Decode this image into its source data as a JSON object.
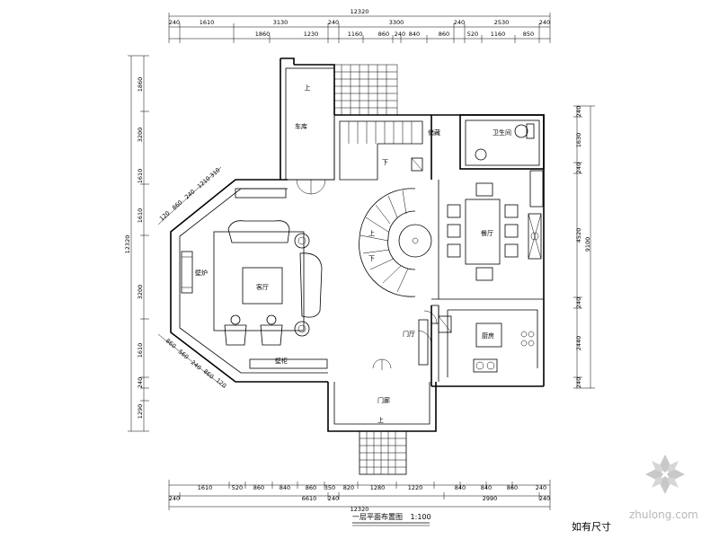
{
  "dimensions": {
    "top_total": "12320",
    "top_row1": [
      "240",
      "1610",
      "3130",
      "240",
      "3300",
      "240",
      "2530",
      "240"
    ],
    "top_row2": [
      "1860",
      "1230",
      "1160",
      "860",
      "240",
      "840",
      "860",
      "520",
      "1160",
      "850"
    ],
    "bottom_row1": [
      "1610",
      "520",
      "860",
      "840",
      "860",
      "350",
      "820",
      "1280",
      "1220",
      "840",
      "840",
      "860",
      "240"
    ],
    "bottom_row2": [
      "240",
      "6610",
      "240",
      "2990",
      "240"
    ],
    "bottom_total": "12320",
    "left_total": "12320",
    "left_segments": [
      "1860",
      "3200",
      "1610",
      "1610",
      "3200",
      "1610",
      "240",
      "1290"
    ],
    "right_total": "9100",
    "right_segments": [
      "240",
      "1630",
      "240",
      "4520",
      "240",
      "2440",
      "240"
    ],
    "bay_upper": [
      "120",
      "860",
      "240",
      "1210",
      "310"
    ],
    "bay_lower": [
      "860",
      "560",
      "240",
      "860",
      "120"
    ]
  },
  "rooms": {
    "garage": "车库",
    "garage_up": "上",
    "stair_up": "上",
    "dn": "下",
    "storage": "储藏",
    "wc": "卫生间",
    "living": "客厅",
    "dining": "餐厅",
    "kitchen": "厨房",
    "entry": "门厅",
    "porch": "门廊",
    "closet": "壁柜",
    "fireplace": "壁炉"
  },
  "caption": "一层平面布置图",
  "caption_scale": "1:100",
  "side_caption": "如有尺寸",
  "watermark": "zhulong.com",
  "colors": {
    "line": "#000000",
    "watermark": "#b8b8b8"
  }
}
